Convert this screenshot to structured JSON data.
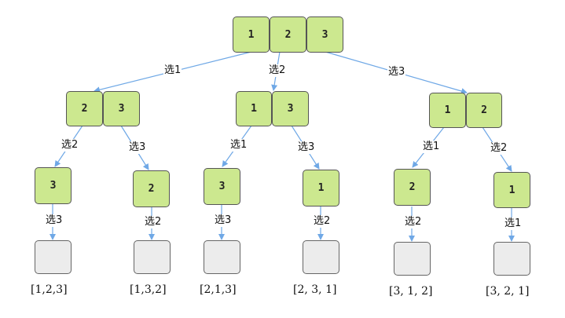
{
  "tree": {
    "root": [
      "1",
      "2",
      "3"
    ],
    "level1": [
      {
        "edge": "选1",
        "cells": [
          "2",
          "3"
        ]
      },
      {
        "edge": "选2",
        "cells": [
          "1",
          "3"
        ]
      },
      {
        "edge": "选3",
        "cells": [
          "1",
          "2"
        ]
      }
    ],
    "level2": [
      {
        "edge": "选2",
        "cell": "3"
      },
      {
        "edge": "选3",
        "cell": "2"
      },
      {
        "edge": "选1",
        "cell": "3"
      },
      {
        "edge": "选3",
        "cell": "1"
      },
      {
        "edge": "选1",
        "cell": "2"
      },
      {
        "edge": "选2",
        "cell": "1"
      }
    ],
    "level3": [
      {
        "edge": "选3",
        "result": "[1,2,3]"
      },
      {
        "edge": "选2",
        "result": "[1,3,2]"
      },
      {
        "edge": "选3",
        "result": "[2,1,3]"
      },
      {
        "edge": "选2",
        "result": "[2, 3, 1]"
      },
      {
        "edge": "选2",
        "result": "[3, 1, 2]"
      },
      {
        "edge": "选1",
        "result": "[3, 2, 1]"
      }
    ]
  },
  "colors": {
    "node_fill": "#cce88f",
    "leaf_fill": "#ececec",
    "arrow": "#6fa8e6",
    "border": "#555555"
  }
}
